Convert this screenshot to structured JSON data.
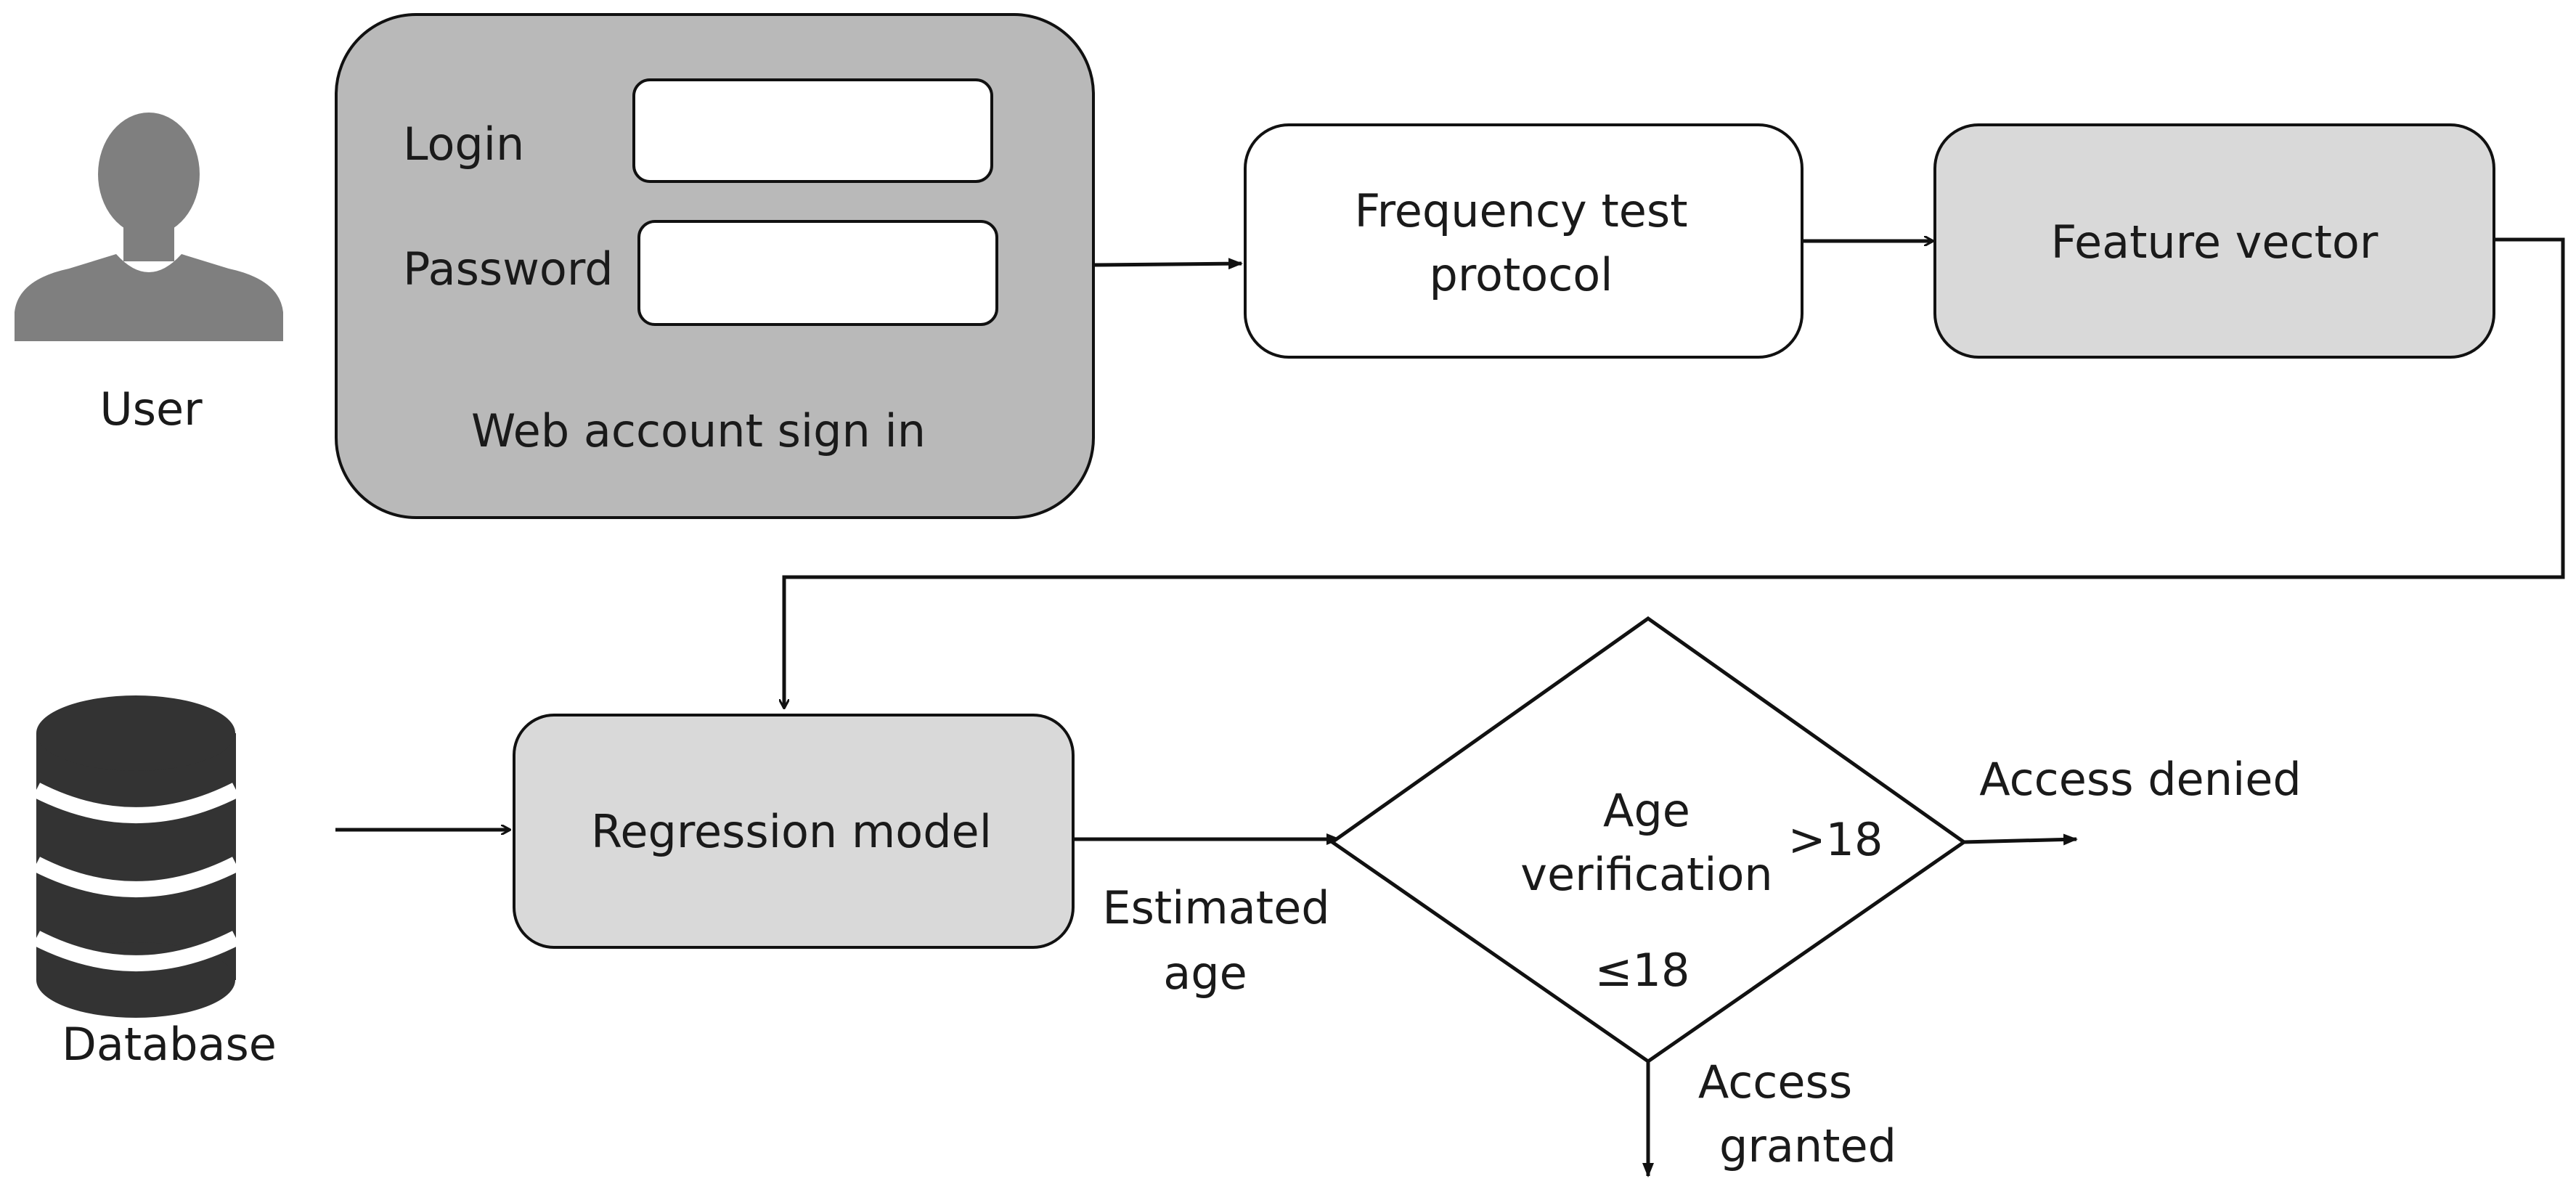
{
  "diagram": {
    "user": {
      "label": "User"
    },
    "signin": {
      "login_label": "Login",
      "password_label": "Password",
      "caption": "Web account sign in",
      "login_value": "",
      "password_value": ""
    },
    "frequency": {
      "line1": "Frequency test",
      "line2": "protocol"
    },
    "feature": {
      "label": "Feature vector"
    },
    "database": {
      "label": "Database"
    },
    "regression": {
      "label": "Regression model"
    },
    "estimated": {
      "line1": "Estimated",
      "line2": "age"
    },
    "verification": {
      "line1": "Age",
      "line2": "verification",
      "gt": ">18",
      "le": "≤18"
    },
    "denied": {
      "label": "Access denied"
    },
    "granted": {
      "line1": "Access",
      "line2": "granted"
    }
  },
  "colors": {
    "signin_fill": "#b9b9b9",
    "feature_fill": "#d9d9d9",
    "regression_fill": "#d9d9d9",
    "user_icon": "#7f7f7f",
    "database_icon": "#333333",
    "stroke": "#111111"
  }
}
